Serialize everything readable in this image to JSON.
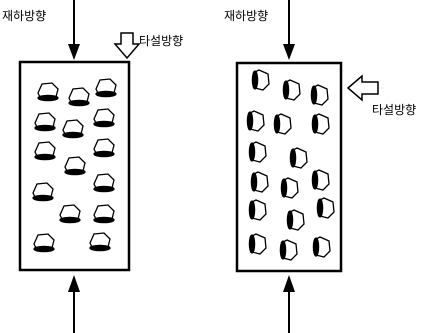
{
  "labels": {
    "load_direction": "재하방향",
    "cast_direction": "타설방향"
  },
  "panels": [
    {
      "name": "left-specimen",
      "aggregate_orientation": "horizontal"
    },
    {
      "name": "right-specimen",
      "aggregate_orientation": "vertical"
    }
  ],
  "colors": {
    "ink": "#000000",
    "background": "#ffffff"
  }
}
